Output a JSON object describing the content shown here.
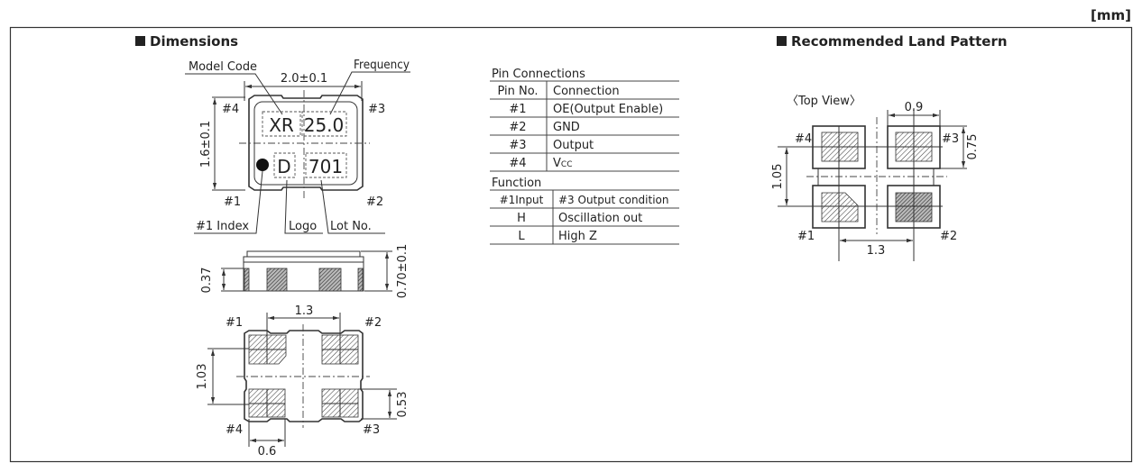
{
  "unit_label": "[mm]",
  "dimensions": {
    "title": "Dimensions",
    "top_view": {
      "model_code_label": "Model Code",
      "frequency_label": "Frequency",
      "width_dim": "2.0±0.1",
      "height_dim": "1.6±0.1",
      "marking_model": "XR",
      "marking_frequency": "25.0",
      "marking_logo": "D",
      "marking_lot": "701",
      "pin_labels": [
        "#1",
        "#2",
        "#3",
        "#4"
      ],
      "index_label": "#1 Index",
      "logo_label": "Logo",
      "lot_label": "Lot No."
    },
    "side_view": {
      "pad_height_dim": "0.37",
      "total_height_dim": "0.70±0.1"
    },
    "bottom_view": {
      "pitch_x_dim": "1.3",
      "pitch_y_dim": "1.03",
      "pad_h_dim": "0.53",
      "pad_w_dim": "0.6",
      "pin_labels": [
        "#1",
        "#2",
        "#3",
        "#4"
      ]
    }
  },
  "pin_connections": {
    "title": "Pin Connections",
    "headers": [
      "Pin No.",
      "Connection"
    ],
    "rows": [
      [
        "#1",
        "OE(Output Enable)"
      ],
      [
        "#2",
        "GND"
      ],
      [
        "#3",
        "Output"
      ],
      [
        "#4",
        "V",
        "CC"
      ]
    ]
  },
  "function": {
    "title": "Function",
    "headers": [
      "#1Input",
      "#3 Output condition"
    ],
    "rows": [
      [
        "H",
        "Oscillation out"
      ],
      [
        "L",
        "High Z"
      ]
    ]
  },
  "land_pattern": {
    "title": "Recommended Land Pattern",
    "view_label": "〈Top View〉",
    "pad_w_dim": "0.9",
    "pad_h_dim": "0.75",
    "pitch_y_dim": "1.05",
    "pitch_x_dim": "1.3",
    "pin_labels": [
      "#1",
      "#2",
      "#3",
      "#4"
    ]
  }
}
